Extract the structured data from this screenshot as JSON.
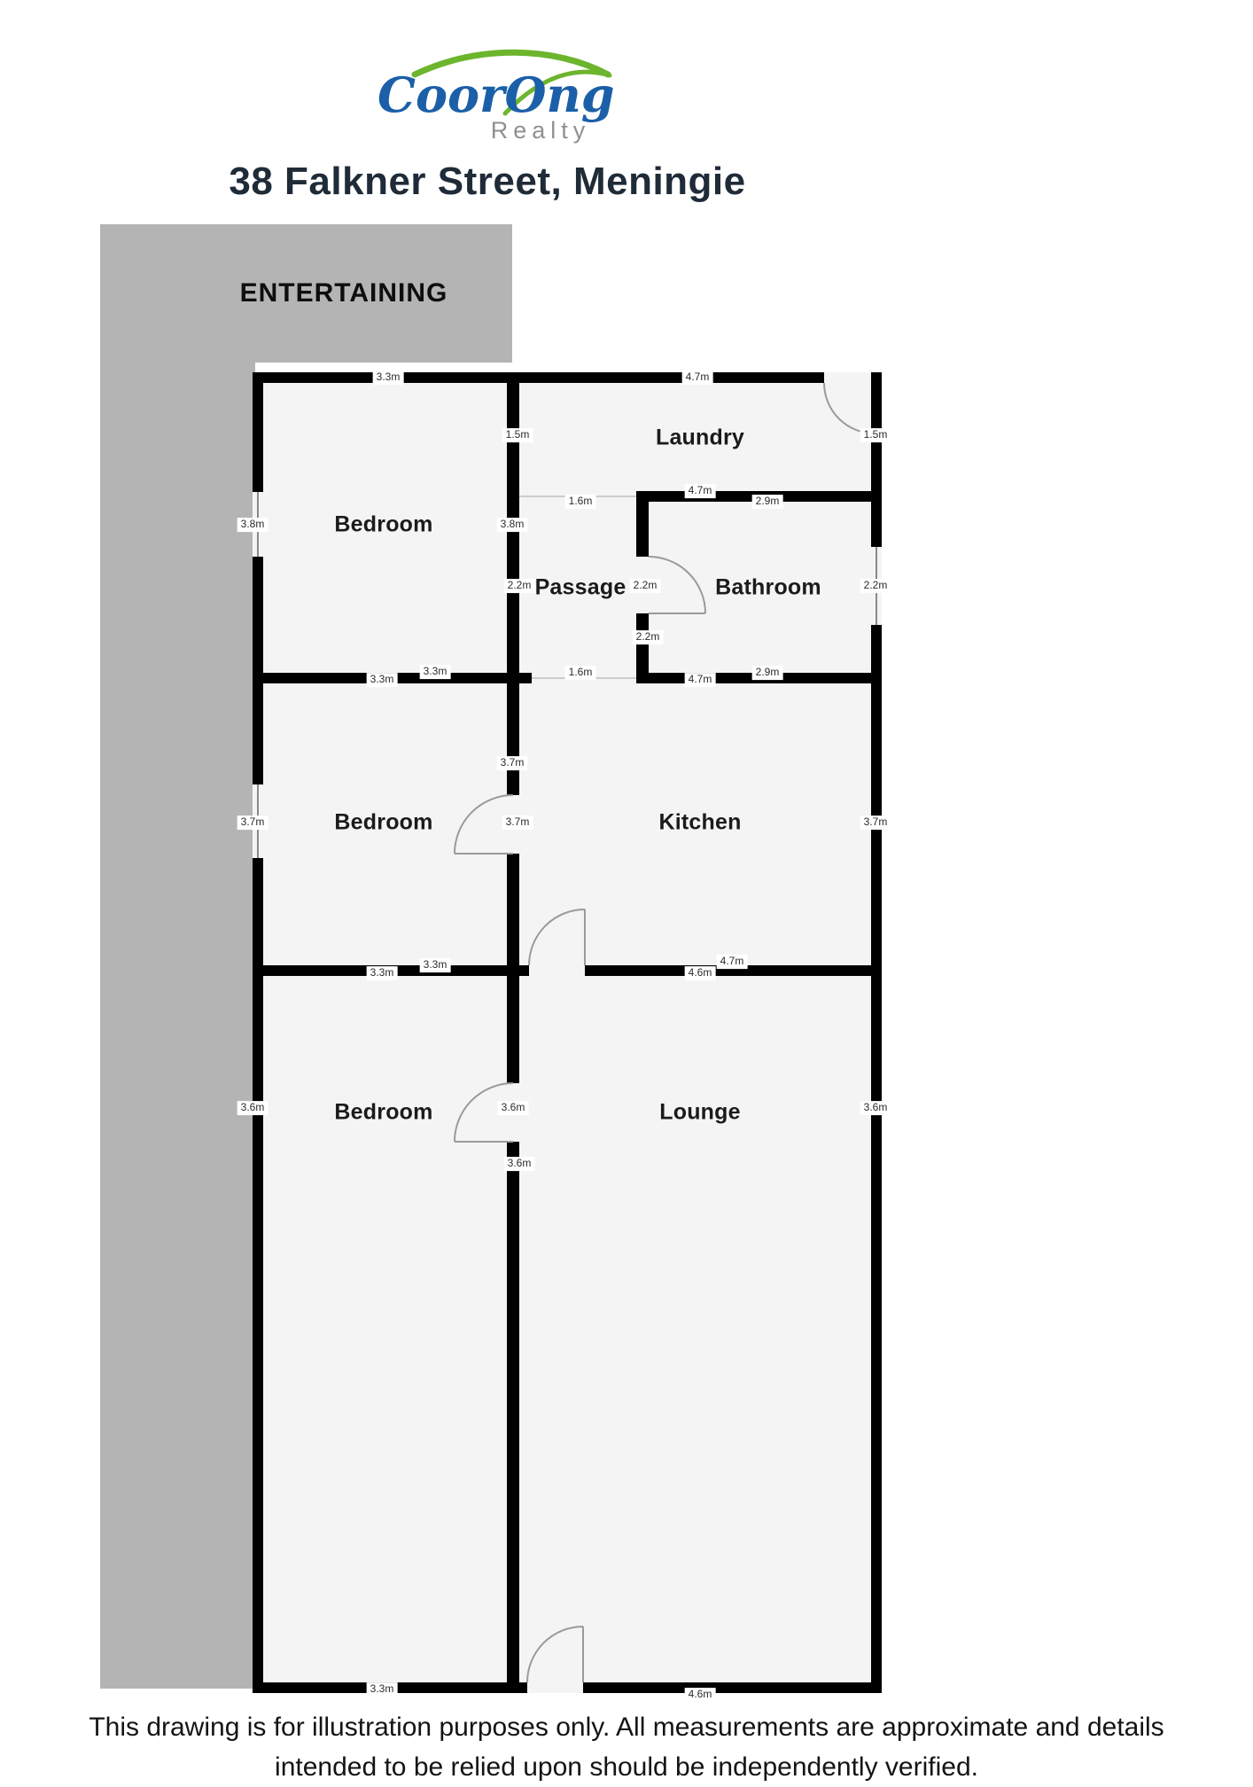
{
  "logo": {
    "brand": "CoorOng",
    "subtitle": "Realty",
    "brand_color": "#1b5fa8",
    "accent_color": "#6cb52d",
    "subtitle_color": "#8f9091"
  },
  "title": "38 Falkner Street, Meningie",
  "plan": {
    "entertaining_label": "ENTERTAINING",
    "rooms": [
      {
        "id": "bedroom-1",
        "name": "Bedroom"
      },
      {
        "id": "laundry",
        "name": "Laundry"
      },
      {
        "id": "passage",
        "name": "Passage"
      },
      {
        "id": "bathroom",
        "name": "Bathroom"
      },
      {
        "id": "bedroom-2",
        "name": "Bedroom"
      },
      {
        "id": "kitchen",
        "name": "Kitchen"
      },
      {
        "id": "bedroom-3",
        "name": "Bedroom"
      },
      {
        "id": "lounge",
        "name": "Lounge"
      }
    ],
    "measurements": {
      "m1": "3.3m",
      "m2": "4.7m",
      "m3": "1.5m",
      "m4": "1.5m",
      "m5": "3.8m",
      "m6": "3.8m",
      "m7": "1.6m",
      "m8": "4.7m",
      "m9": "2.9m",
      "m10": "2.2m",
      "m11": "2.2m",
      "m12": "2.2m",
      "m13": "2.2m",
      "m14": "1.6m",
      "m15": "3.3m",
      "m16": "3.3m",
      "m17": "4.7m",
      "m18": "2.9m",
      "m19": "3.7m",
      "m20": "3.7m",
      "m21": "3.7m",
      "m22": "3.7m",
      "m23": "3.3m",
      "m24": "3.3m",
      "m25": "4.7m",
      "m26": "4.6m",
      "m27": "3.6m",
      "m28": "3.6m",
      "m29": "3.6m",
      "m30": "3.6m",
      "m31": "3.3m",
      "m32": "4.6m"
    }
  },
  "disclaimer": "This drawing is for illustration purposes only. All measurements are approximate and details intended to be relied upon should be independently verified."
}
